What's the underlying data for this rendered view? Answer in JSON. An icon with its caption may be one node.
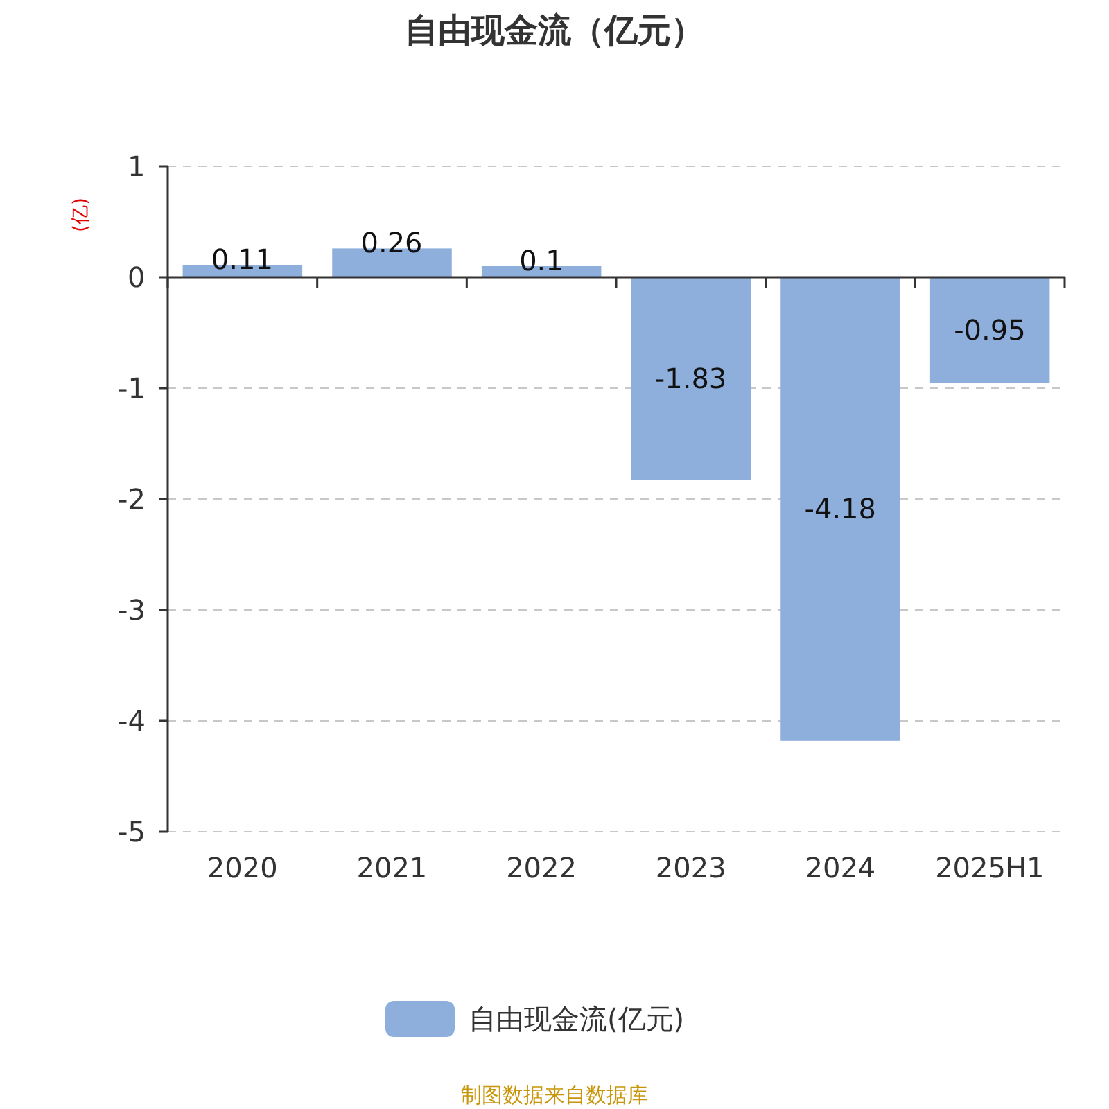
{
  "diagram": {
    "title": "自由现金流（亿元）",
    "caption": "制图数据来自数据库",
    "chart_data": {
      "type": "bar",
      "ylabel": "(亿)",
      "categories": [
        "2020",
        "2021",
        "2022",
        "2023",
        "2024",
        "2025H1"
      ],
      "series": [
        {
          "name": "自由现金流(亿元)",
          "color": "#8eaedb",
          "values": [
            0.11,
            0.26,
            0.1,
            -1.83,
            -4.18,
            -0.95
          ]
        }
      ],
      "ylim": [
        -5,
        1
      ],
      "yticks": [
        -5,
        -4,
        -3,
        -2,
        -1,
        0,
        1
      ],
      "data_labels": true,
      "grid": true
    }
  }
}
